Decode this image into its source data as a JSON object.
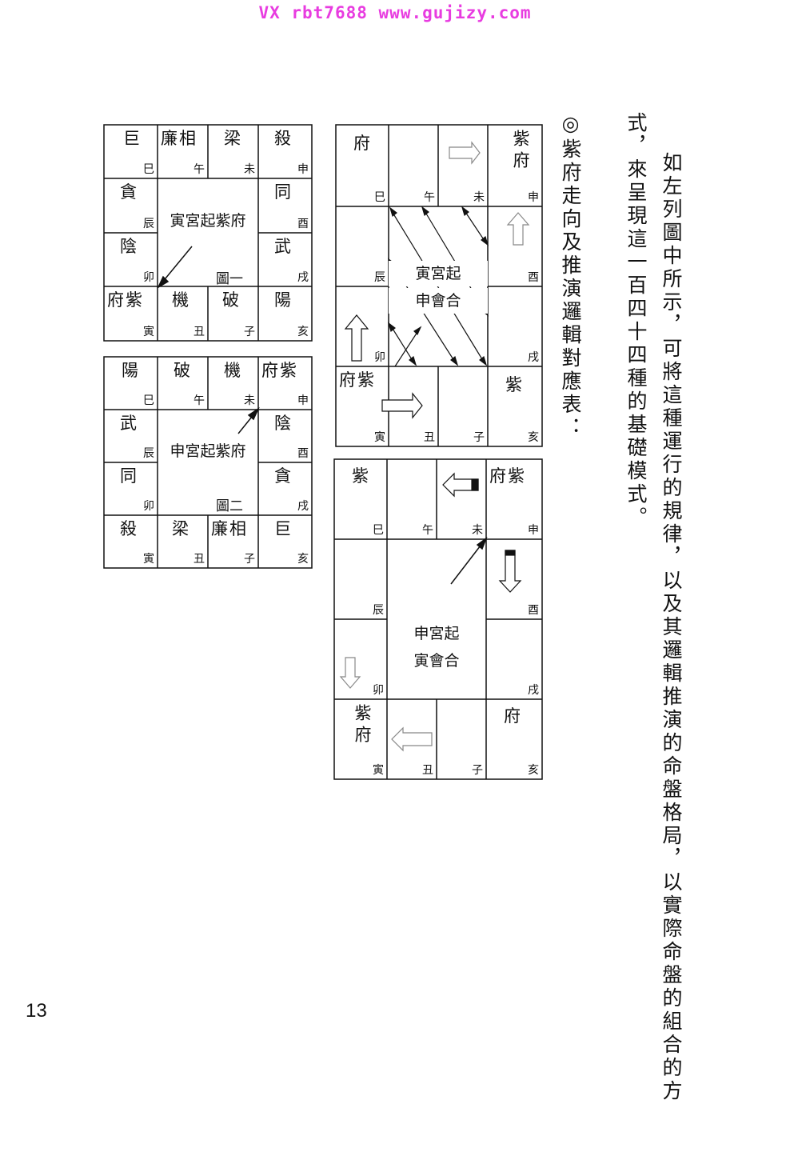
{
  "watermark": "VX rbt7688  www.gujizy.com",
  "text": {
    "col1": "如左列圖中所示，可將這種運行的規律，以及其邏輯推演的命盤格局，以實際命盤的組合的方",
    "col2": "式，來呈現這一百四十四種的基礎模式。",
    "heading": "◎紫府走向及推演邏輯對應表："
  },
  "page_number": "13",
  "chart1": {
    "center": "寅宮起紫府",
    "fig": "圖一",
    "cells": {
      "si": {
        "stars": "巨",
        "branch": "巳"
      },
      "wu": {
        "stars": "廉相",
        "branch": "午"
      },
      "wei": {
        "stars": "梁",
        "branch": "未"
      },
      "shen": {
        "stars": "殺",
        "branch": "申"
      },
      "chen": {
        "stars": "貪",
        "branch": "辰"
      },
      "you": {
        "stars": "同",
        "branch": "酉"
      },
      "mao": {
        "stars": "陰",
        "branch": "卯"
      },
      "xu": {
        "stars": "武",
        "branch": "戌"
      },
      "yin": {
        "stars": "府紫",
        "branch": "寅"
      },
      "chou": {
        "stars": "機",
        "branch": "丑"
      },
      "zi": {
        "stars": "破",
        "branch": "子"
      },
      "hai": {
        "stars": "陽",
        "branch": "亥"
      }
    }
  },
  "chart2": {
    "center": "申宮起紫府",
    "fig": "圖二",
    "cells": {
      "si": {
        "stars": "陽",
        "branch": "巳"
      },
      "wu": {
        "stars": "破",
        "branch": "午"
      },
      "wei": {
        "stars": "機",
        "branch": "未"
      },
      "shen": {
        "stars": "府紫",
        "branch": "申"
      },
      "chen": {
        "stars": "武",
        "branch": "辰"
      },
      "you": {
        "stars": "陰",
        "branch": "酉"
      },
      "mao": {
        "stars": "同",
        "branch": "卯"
      },
      "xu": {
        "stars": "貪",
        "branch": "戌"
      },
      "yin": {
        "stars": "殺",
        "branch": "寅"
      },
      "chou": {
        "stars": "梁",
        "branch": "丑"
      },
      "zi": {
        "stars": "廉相",
        "branch": "子"
      },
      "hai": {
        "stars": "巨",
        "branch": "亥"
      }
    }
  },
  "chart3": {
    "center1": "寅宮起",
    "center2": "申會合",
    "cells": {
      "si": {
        "stars": "府",
        "branch": "巳"
      },
      "wu": {
        "stars": "",
        "branch": "午"
      },
      "wei": {
        "stars": "",
        "branch": "未"
      },
      "shen": {
        "stars": "紫府",
        "branch": "申"
      },
      "chen": {
        "stars": "",
        "branch": "辰"
      },
      "you": {
        "stars": "",
        "branch": "酉"
      },
      "mao": {
        "stars": "",
        "branch": "卯"
      },
      "xu": {
        "stars": "",
        "branch": "戌"
      },
      "yin": {
        "stars": "府紫",
        "branch": "寅"
      },
      "chou": {
        "stars": "",
        "branch": "丑"
      },
      "zi": {
        "stars": "",
        "branch": "子"
      },
      "hai": {
        "stars": "紫",
        "branch": "亥"
      }
    }
  },
  "chart4": {
    "center1": "申宮起",
    "center2": "寅會合",
    "cells": {
      "si": {
        "stars": "紫",
        "branch": "巳"
      },
      "wu": {
        "stars": "",
        "branch": "午"
      },
      "wei": {
        "stars": "",
        "branch": "未"
      },
      "shen": {
        "stars": "府紫",
        "branch": "申"
      },
      "chen": {
        "stars": "",
        "branch": "辰"
      },
      "you": {
        "stars": "",
        "branch": "酉"
      },
      "mao": {
        "stars": "",
        "branch": "卯"
      },
      "xu": {
        "stars": "",
        "branch": "戌"
      },
      "yin": {
        "stars": "紫府",
        "branch": "寅"
      },
      "chou": {
        "stars": "",
        "branch": "丑"
      },
      "zi": {
        "stars": "",
        "branch": "子"
      },
      "hai": {
        "stars": "府",
        "branch": "亥"
      }
    }
  }
}
